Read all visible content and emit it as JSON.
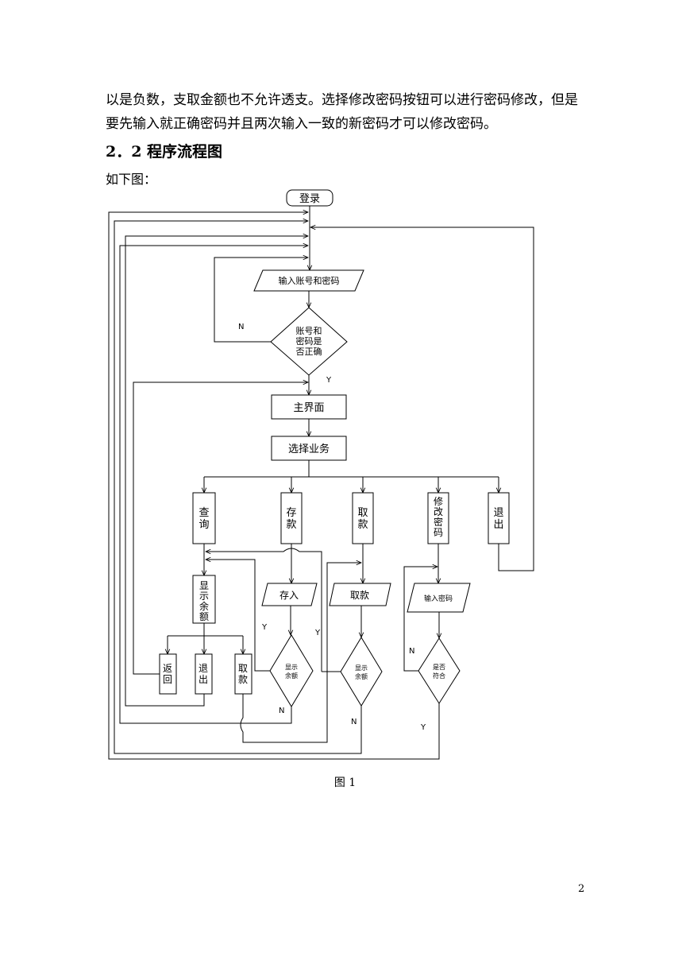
{
  "paragraph": {
    "line1": "以是负数，支取金额也不允许透支。选择修改密码按钮可以进行密码修改，但是",
    "line2": "要先输入就正确密码并且两次输入一致的新密码才可以修改密码。"
  },
  "section": {
    "heading": "2．2 程序流程图",
    "lead": "如下图："
  },
  "flowchart": {
    "login": "登录",
    "input_credentials": "输入账号和密码",
    "check_credentials": [
      "账号和",
      "密码是",
      "否正确"
    ],
    "main_screen": "主界面",
    "choose_service": "选择业务",
    "query": [
      "查",
      "询"
    ],
    "deposit": [
      "存",
      "款"
    ],
    "withdraw": [
      "取",
      "款"
    ],
    "change_password": [
      "修",
      "改",
      "密",
      "码"
    ],
    "exit": [
      "退",
      "出"
    ],
    "show_balance": [
      "显",
      "示",
      "余",
      "额"
    ],
    "back": [
      "返",
      "回"
    ],
    "exit2": [
      "退",
      "出"
    ],
    "withdraw2": [
      "取",
      "款"
    ],
    "deposit_in": "存入",
    "withdraw_io": "取款",
    "input_password": "输入密码",
    "show_balance_d1": [
      "显示",
      "余额"
    ],
    "show_balance_d2": [
      "显示",
      "余额"
    ],
    "match_check": [
      "是否",
      "符合"
    ],
    "yes": "Y",
    "no": "N"
  },
  "caption": "图 1",
  "page_number": "2"
}
